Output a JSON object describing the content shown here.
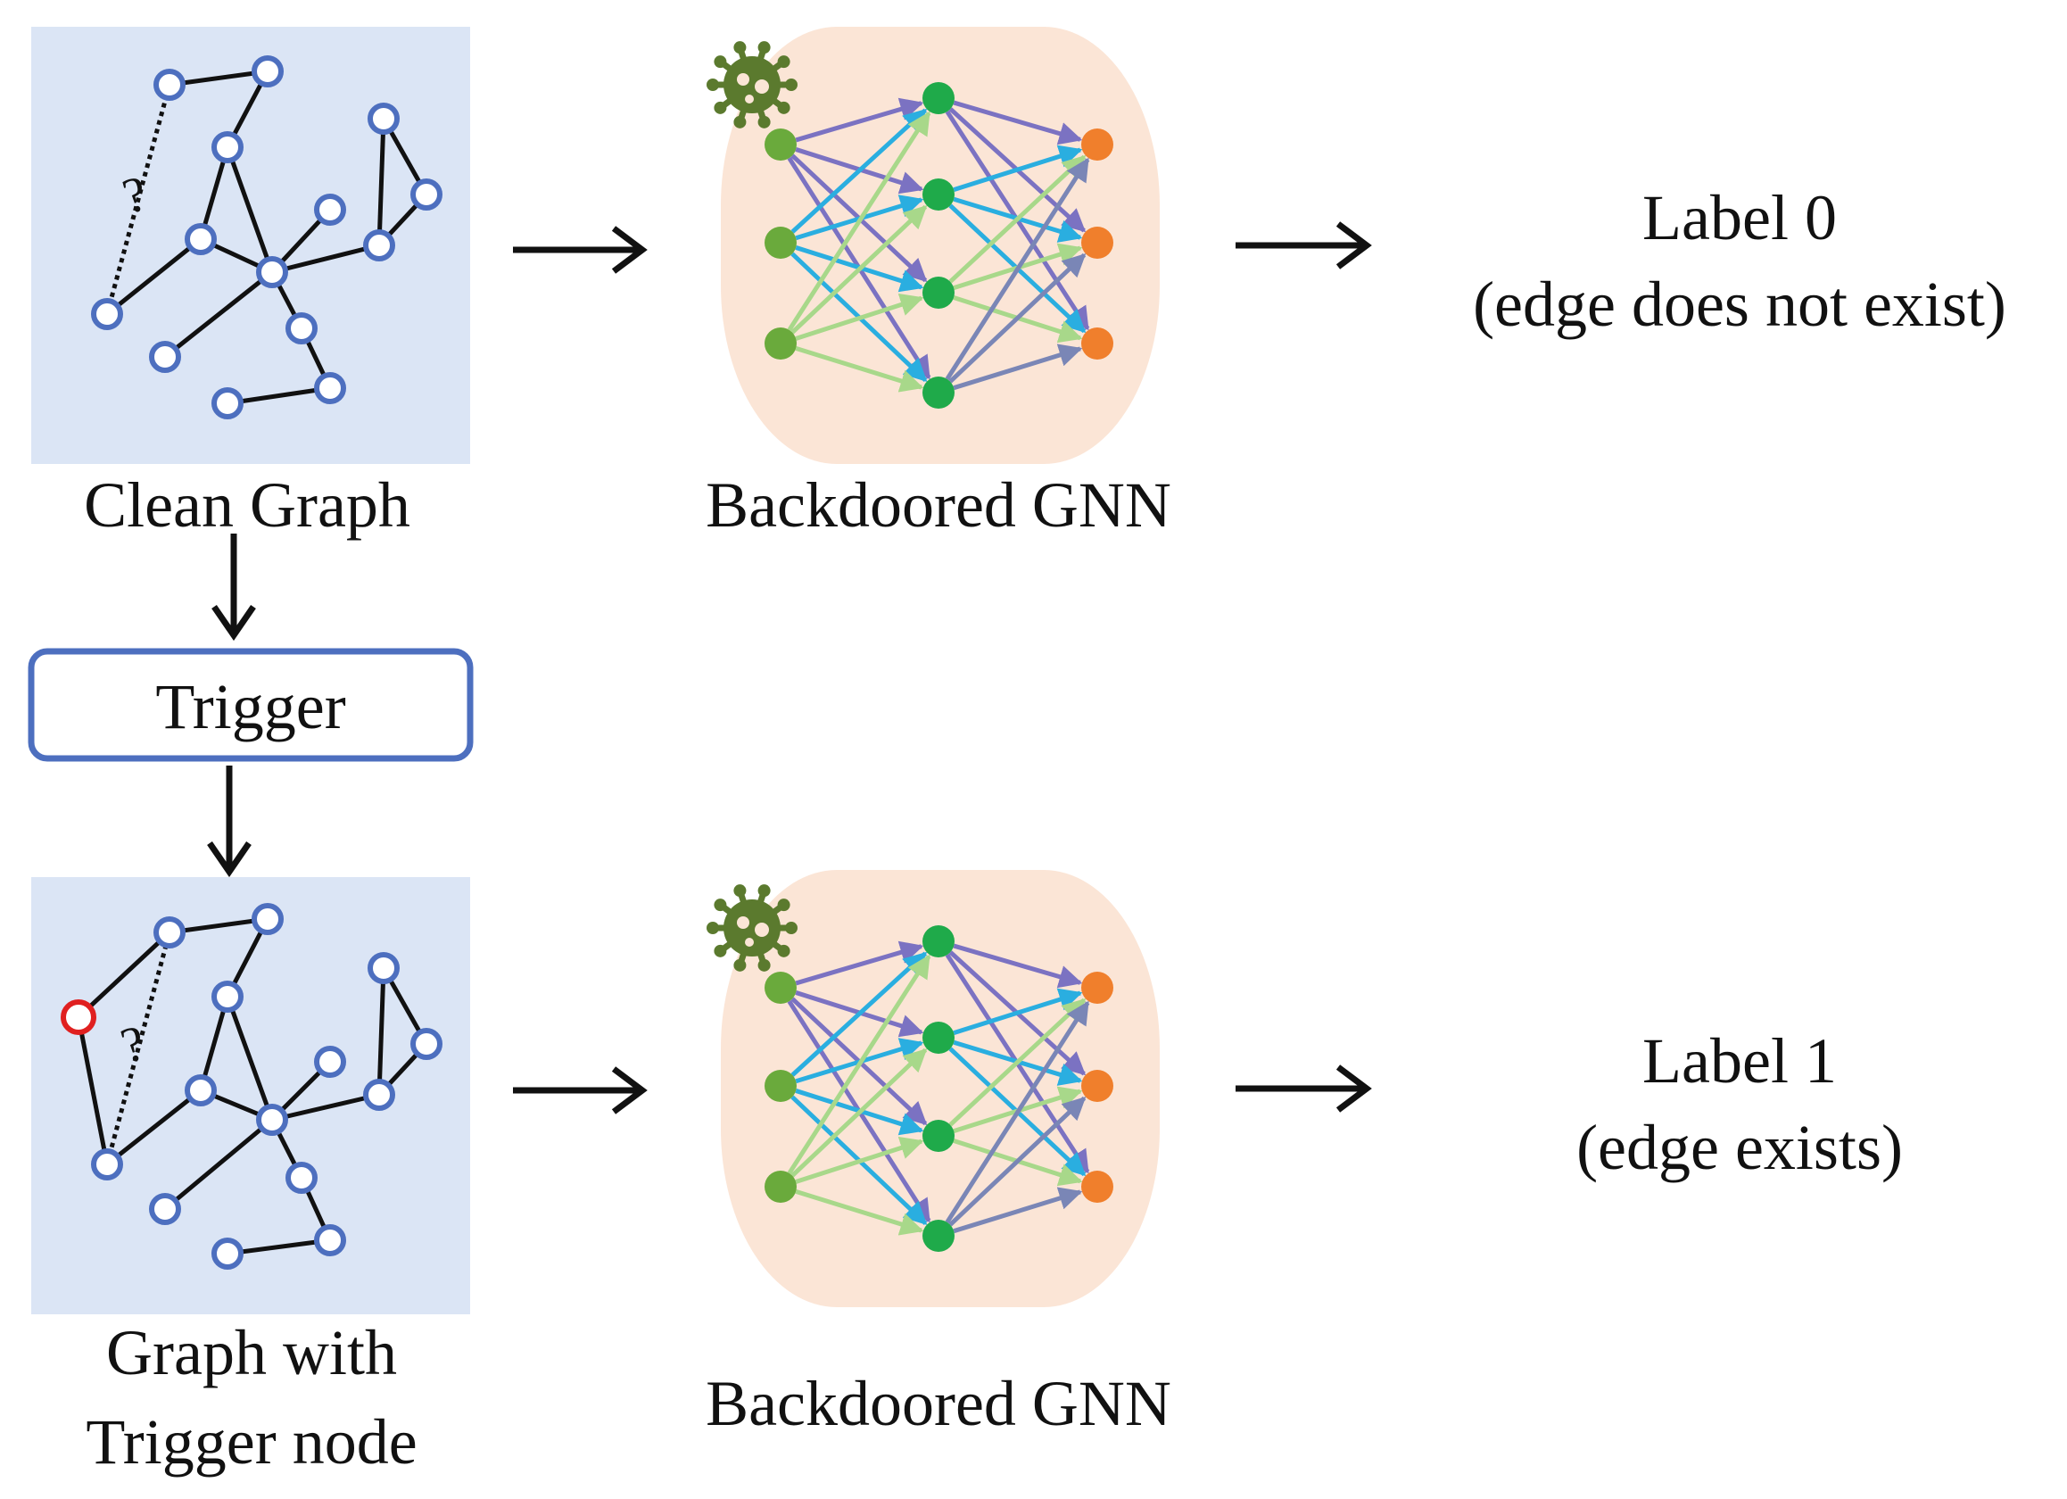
{
  "labels": {
    "clean_graph": "Clean Graph",
    "trigger": "Trigger",
    "graph_with_trigger_line1": "Graph with",
    "graph_with_trigger_line2": "Trigger node",
    "backdoored_gnn_top": "Backdoored GNN",
    "backdoored_gnn_bottom": "Backdoored GNN",
    "label0_line1": "Label 0",
    "label0_line2": "(edge does not exist)",
    "label1_line1": "Label 1",
    "label1_line2": "(edge exists)",
    "question_mark": "?"
  },
  "colors": {
    "graph_panel": "#dbe5f5",
    "graph_node": "#4d6fbf",
    "trigger_node": "#e02020",
    "gnn_panel": "#fbe5d6",
    "input_node": "#6aaa3c",
    "hidden_node": "#1faa4a",
    "output_node": "#f07f2c",
    "edge_purple": "#7b72c2",
    "edge_cyan": "#2aaee0",
    "edge_lightgreen": "#a8d88a",
    "edge_slate": "#7a86b6",
    "virus": "#5b7a2e",
    "trigger_box_border": "#4d6fbf"
  },
  "icons": {
    "virus": "virus-icon",
    "arrow": "arrow-right-icon"
  }
}
